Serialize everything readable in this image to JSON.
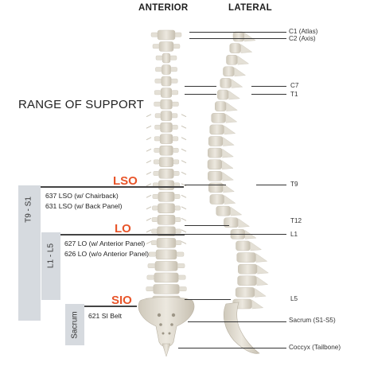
{
  "headers": {
    "anterior": "ANTERIOR",
    "lateral": "LATERAL"
  },
  "title": "RANGE OF SUPPORT",
  "vertebrae": {
    "c1": "C1 (Atlas)",
    "c2": "C2 (Axis)",
    "c7": "C7",
    "t1": "T1",
    "t9": "T9",
    "t12": "T12",
    "l1": "L1",
    "l5": "L5",
    "sacrum": "Sacrum (S1-S5)",
    "coccyx": "Coccyx (Tailbone)"
  },
  "lso": {
    "title": "LSO",
    "items": [
      "637 LSO (w/ Chairback)",
      "631 LSO (w/ Back Panel)"
    ]
  },
  "lo": {
    "title": "LO",
    "items": [
      "627 LO (w/ Anterior Panel)",
      "626 LO (w/o Anterior Panel)"
    ]
  },
  "sio": {
    "title": "SIO",
    "items": [
      "621 SI Belt"
    ]
  },
  "bars": {
    "t9_s1": "T9 - S1",
    "l1_l5": "L1 - L5",
    "sacrum": "Sacrum"
  },
  "colors": {
    "accent": "#e8552a",
    "bar": "#d6dadf",
    "bone": "#e4e0d6",
    "bone_shade": "#c9c3b5"
  }
}
